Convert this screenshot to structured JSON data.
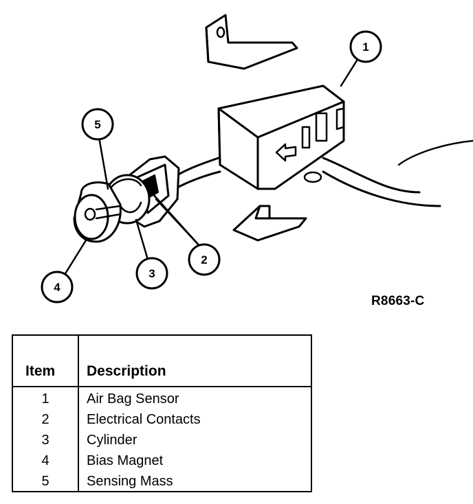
{
  "diagram": {
    "figure_code": "R8663-C",
    "callouts": [
      "1",
      "2",
      "3",
      "4",
      "5"
    ]
  },
  "legend": {
    "header_item": "Item",
    "header_description": "Description",
    "rows": [
      {
        "item": "1",
        "description": "Air Bag Sensor"
      },
      {
        "item": "2",
        "description": "Electrical Contacts"
      },
      {
        "item": "3",
        "description": "Cylinder"
      },
      {
        "item": "4",
        "description": "Bias Magnet"
      },
      {
        "item": "5",
        "description": "Sensing Mass"
      }
    ]
  }
}
